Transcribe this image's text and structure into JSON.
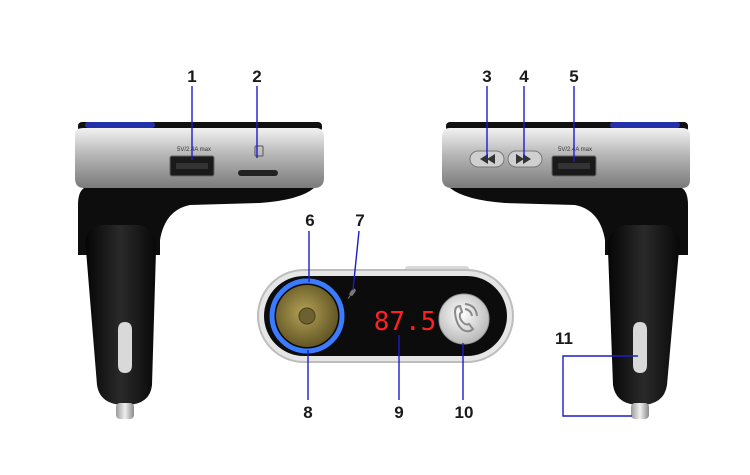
{
  "callouts": [
    {
      "id": "1",
      "label": "1"
    },
    {
      "id": "2",
      "label": "2"
    },
    {
      "id": "3",
      "label": "3"
    },
    {
      "id": "4",
      "label": "4"
    },
    {
      "id": "5",
      "label": "5"
    },
    {
      "id": "6",
      "label": "6"
    },
    {
      "id": "7",
      "label": "7"
    },
    {
      "id": "8",
      "label": "8"
    },
    {
      "id": "9",
      "label": "9"
    },
    {
      "id": "10",
      "label": "10"
    },
    {
      "id": "11",
      "label": "11"
    }
  ],
  "device": {
    "usb_rating_left": "5V/2.4A max",
    "usb_rating_right": "5V/2.4A max",
    "display_frequency": "87.5"
  },
  "colors": {
    "body_black": "#151515",
    "trim_silver": "#b9b9b9",
    "ring_blue": "#3a7bff",
    "knob_gold": "#8a7a3c",
    "display_red": "#ff2020",
    "callout_line": "#1c1cc8"
  },
  "icons": {
    "prev": "rewind-icon",
    "next": "fast-forward-icon",
    "call": "phone-icon",
    "mic": "microphone-icon"
  }
}
